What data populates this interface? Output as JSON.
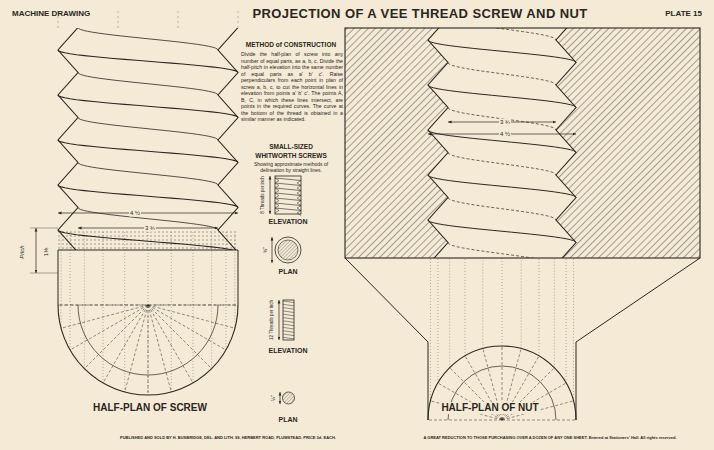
{
  "diagram": {
    "title": "PROJECTION OF A VEE THREAD SCREW AND NUT",
    "labels": [
      "MACHINE DRAWING",
      "PLATE 15",
      "METHOD of CONSTRUCTION",
      "Divide the half-plan of screw into any number of equal parts, as a, b, c. Divide the half-pitch in elevation into the same number of equal parts as a' b' c'. Raise perpendiculars from each point in plan of screw a, b, c, to cut the horizontal lines in elevation from points a' b' c'. The points A, B, C, in which these lines intersect, are points in the required curves. The curve at the bottom of the thread is obtained in a similar manner as indicated.",
      "SMALL-SIZED",
      "WHITWORTH SCREWS",
      "Showing approximate methods of delineation by straight lines.",
      "8 Threads per inch",
      "ELEVATION",
      "¾\"",
      "PLAN",
      "12 Threads per inch",
      "ELEVATION",
      "¼\"",
      "PLAN",
      "HALF-PLAN OF SCREW",
      "HALF-PLAN OF NUT",
      "4 ½",
      "3 ¾",
      "Pitch",
      "1⅛",
      "3 ¾",
      "4 ½",
      "PUBLISHED AND SOLD BY H. BUSBRIDGE, DEL. AND LITH. 99, HERBERT ROAD, PLUMSTEAD. PRICE 3d. EACH.",
      "A GREAT REDUCTION TO THOSE PURCHASING OVER A DOZEN OF ANY ONE SHEET. Entered at Stationers' Hall. All rights reserved."
    ]
  }
}
